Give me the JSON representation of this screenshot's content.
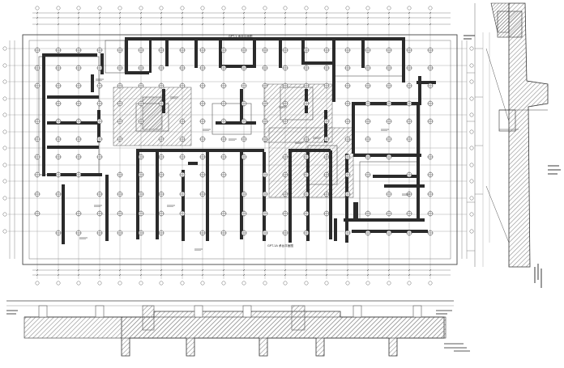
{
  "plan": {
    "title": "GPT-1 承台平面图",
    "bottom_caption": "GPT-1A 承台平面图"
  },
  "colors": {
    "line": "#2b2b2b",
    "grid": "#8a8a8a",
    "hatch": "#9a9a9a",
    "background": "#ffffff"
  },
  "icons": {
    "pile": "circle-with-cross",
    "hatched_zone": "diagonal-hatch"
  }
}
